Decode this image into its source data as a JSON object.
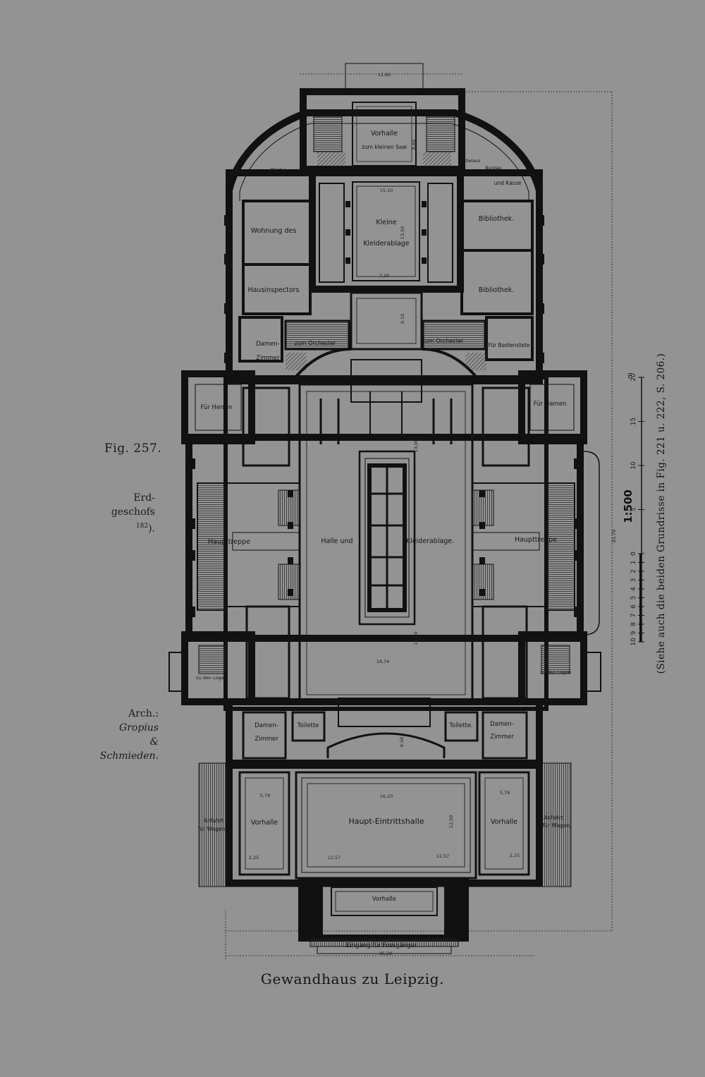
{
  "side": {
    "figure": "Fig. 257.",
    "floor_line1": "Erd-",
    "floor_line2": "geschofs",
    "floor_note": "182",
    "floor_close": ").",
    "arch_label": "Arch.:",
    "arch_name1": "Gropius",
    "arch_name2": "& Schmieden."
  },
  "caption": "Gewandhaus zu Leipzig.",
  "reference": "(Siehe auch die beiden Grundrisse in Fig. 221 u. 222, S. 206.)",
  "scale": {
    "ratio": "1:500",
    "unit": "m",
    "ticks": [
      "10",
      "9",
      "8",
      "7",
      "6",
      "5",
      "4",
      "3",
      "2",
      "1",
      "0",
      "5",
      "10",
      "15",
      "20"
    ]
  },
  "rooms": {
    "vorhalle_top": "Vorhalle",
    "zum_kleinen_saal": "zum kleinen Saal",
    "kueche": "Küche",
    "billetbureau": "Billeteur",
    "bureau": "Bureau",
    "und_kasse": "und Kasse",
    "wohnung": "Wohnung des",
    "hausinspectors": "Hausinspectors",
    "kleine": "Kleine",
    "kleiderablage_small": "Kleiderablage",
    "bibliothek1": "Bibliothek.",
    "bibliothek2": "Bibliothek.",
    "damen_zimmer_l1": "Damen-",
    "damen_zimmer_l2": "Zimmer",
    "zum_orchester_l": "zum Orchester",
    "zum_orchester_r": "zum Orchester",
    "fuer_bediente": "Für Bedienstete",
    "fuer_herren": "Für Herren",
    "fuer_damen": "Für Damen",
    "haupttreppe_l": "Haupttreppe",
    "haupttreppe_r": "Haupttreppe",
    "halle_und": "Halle und",
    "kleiderablage_main": "Kleiderablage.",
    "zu_den_logen_l": "zu den Logen",
    "zu_den_logen_r": "zu den Logen",
    "damen_b_l1": "Damen-",
    "damen_b_l2": "Zimmer",
    "damen_b_r1": "Damen-",
    "damen_b_r2": "Zimmer",
    "toilette_l": "Toilette",
    "toilette_r": "Toilette.",
    "vorhalle_l": "Vorhalle",
    "vorhalle_r": "Vorhalle",
    "haupt_eintrittshalle": "Haupt-Eintrittshalle",
    "anfahrt_l1": "Anfahrt",
    "anfahrt_l2": "für Wagen",
    "anfahrt_r1": "Anfahrt",
    "anfahrt_r2": "für Wagen.",
    "vorhalle_bottom": "Vorhalle",
    "eingang": "Eingang für Fussgänger."
  },
  "dimensions": {
    "top_width": "12,62",
    "vorhalle_depth": "8,60",
    "kleine_width": "15,10",
    "kleine_depth": "13,50",
    "kleine_inner": "7,30",
    "passage": "9,10",
    "hall_upper": "13,00",
    "hall_lower": "18,00",
    "hall_width": "18,74",
    "total_length": "85,78",
    "eintritt_depth": "8,58",
    "eintritt_width": "16,20",
    "eintritt_height": "12,50",
    "vorhalle_l_w": "5,78",
    "vorhalle_r_w": "5,78",
    "inner_l": "12,57",
    "inner_r": "12,57",
    "side_l": "2,25",
    "side_r": "2,25",
    "total_width": "35,28"
  }
}
